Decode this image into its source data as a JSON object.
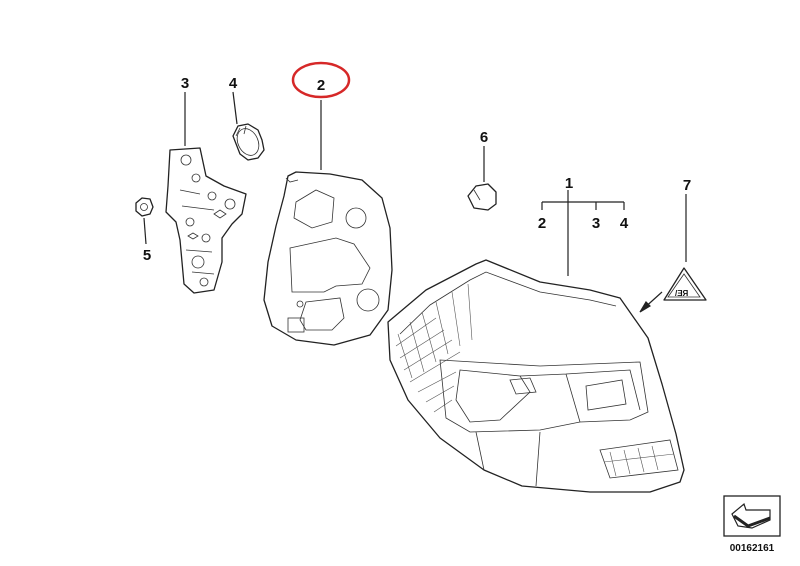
{
  "diagram": {
    "callouts": {
      "c1": "1",
      "c2": "2",
      "c3": "3",
      "c4": "4",
      "c5": "5",
      "c6": "6",
      "c7": "7",
      "sub2": "2",
      "sub3": "3",
      "sub4": "4"
    },
    "diagram_code": "00162161",
    "highlight_color": "#d62828"
  }
}
